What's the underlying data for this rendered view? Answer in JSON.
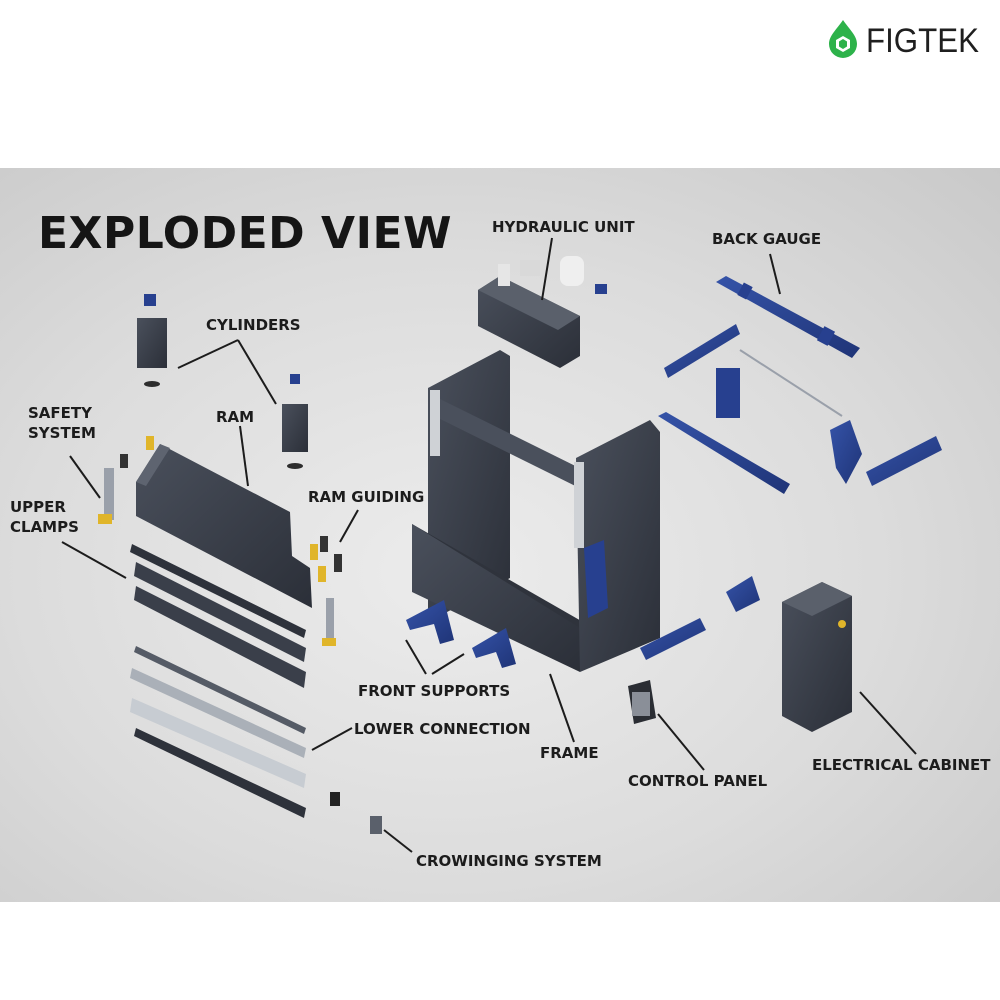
{
  "brand": {
    "name": "FIGTEK",
    "accent": "#2db24a"
  },
  "title": "EXPLODED VIEW",
  "labels": {
    "hydraulic_unit": "HYDRAULIC UNIT",
    "back_gauge": "BACK GAUGE",
    "cylinders": "CYLINDERS",
    "safety_system_1": "SAFETY",
    "safety_system_2": "SYSTEM",
    "ram": "RAM",
    "upper_clamps_1": "UPPER",
    "upper_clamps_2": "CLAMPS",
    "ram_guiding": "RAM GUIDING",
    "front_supports": "FRONT SUPPORTS",
    "lower_connection": "LOWER CONNECTION",
    "frame": "FRAME",
    "control_panel": "CONTROL PANEL",
    "electrical_cabinet": "ELECTRICAL CABINET",
    "crowinging_system": "CROWINGING SYSTEM"
  },
  "colors": {
    "machine_dark": "#3a3f4a",
    "machine_blue": "#27408f",
    "accent_yellow": "#e0b52a"
  }
}
